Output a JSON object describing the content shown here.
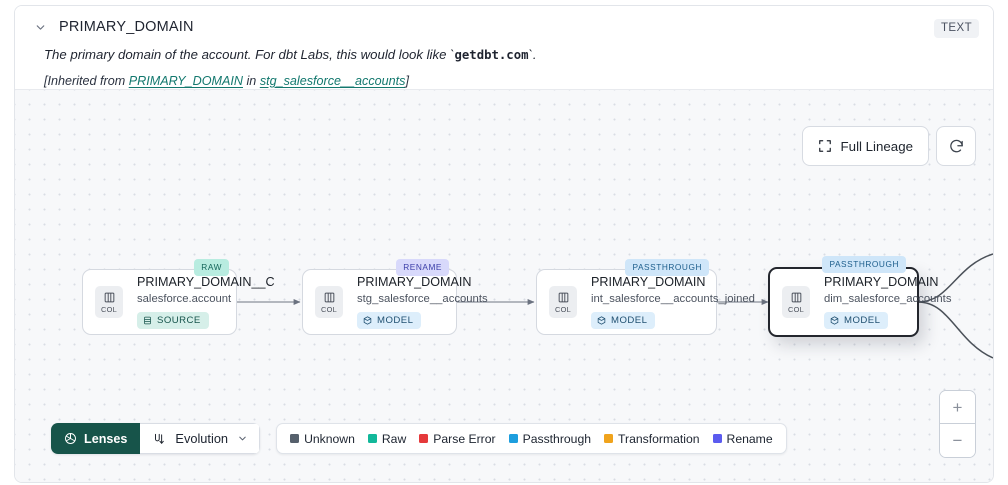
{
  "header": {
    "collapse_icon": "chevron-down-icon",
    "title": "PRIMARY_DOMAIN",
    "type_badge": "TEXT",
    "description_pre": "The primary domain of the account. For dbt Labs, this would look like `",
    "description_code": "getdbt.com",
    "description_post": "`.",
    "inherited_prefix": "[Inherited from ",
    "inherited_column_link": "PRIMARY_DOMAIN",
    "inherited_middle": " in ",
    "inherited_model_link": "stg_salesforce__accounts",
    "inherited_suffix": "]"
  },
  "canvas": {
    "tools": {
      "full_lineage_label": "Full Lineage",
      "full_lineage_icon": "expand-icon",
      "refresh_icon": "refresh-icon"
    },
    "zoom": {
      "zoom_in_label": "+",
      "zoom_out_label": "−"
    },
    "nodes": [
      {
        "badge": "RAW",
        "badge_class": "badge-raw",
        "column": "PRIMARY_DOMAIN__C",
        "table": "salesforce.account",
        "type_label": "SOURCE",
        "type_class": "source",
        "type_icon": "database-icon",
        "chip_label": "COL",
        "chip_icon": "columns-icon",
        "selected": false
      },
      {
        "badge": "RENAME",
        "badge_class": "badge-rename",
        "column": "PRIMARY_DOMAIN",
        "table": "stg_salesforce__accounts",
        "type_label": "MODEL",
        "type_class": "model",
        "type_icon": "cube-icon",
        "chip_label": "COL",
        "chip_icon": "columns-icon",
        "selected": false
      },
      {
        "badge": "PASSTHROUGH",
        "badge_class": "badge-passthrough",
        "column": "PRIMARY_DOMAIN",
        "table": "int_salesforce__accounts_joined",
        "type_label": "MODEL",
        "type_class": "model",
        "type_icon": "cube-icon",
        "chip_label": "COL",
        "chip_icon": "columns-icon",
        "selected": false
      },
      {
        "badge": "PASSTHROUGH",
        "badge_class": "badge-passthrough",
        "column": "PRIMARY_DOMAIN",
        "table": "dim_salesforce_accounts",
        "type_label": "MODEL",
        "type_class": "model",
        "type_icon": "cube-icon",
        "chip_label": "COL",
        "chip_icon": "columns-icon",
        "selected": true
      }
    ]
  },
  "toolbar": {
    "lenses_label": "Lenses",
    "lenses_icon": "aperture-icon",
    "evolution_label": "Evolution",
    "evolution_icon": "evolution-icon",
    "evolution_caret": "chevron-down-icon"
  },
  "legend": {
    "items": [
      {
        "label": "Unknown",
        "color": "#56606c"
      },
      {
        "label": "Raw",
        "color": "#12b89a"
      },
      {
        "label": "Parse Error",
        "color": "#e5393b"
      },
      {
        "label": "Passthrough",
        "color": "#1d9ede"
      },
      {
        "label": "Transformation",
        "color": "#f0a31c"
      },
      {
        "label": "Rename",
        "color": "#5b5bef"
      }
    ]
  }
}
